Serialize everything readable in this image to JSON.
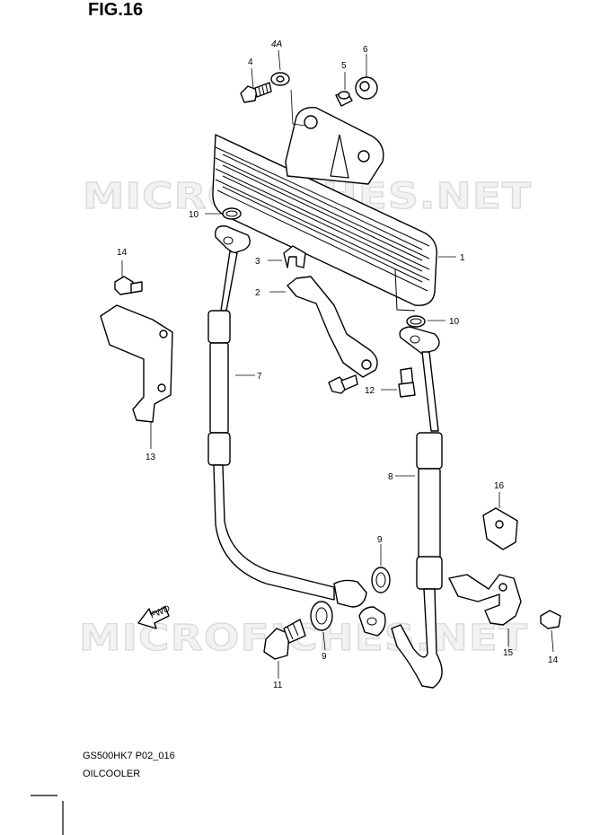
{
  "figure": {
    "title": "FIG.16",
    "code": "GS500HK7 P02_016",
    "name": "OILCOOLER"
  },
  "watermark": {
    "text": "MICROFICHES.NET",
    "color": "#d8d8d8"
  },
  "callouts": {
    "p1": "1",
    "p2": "2",
    "p3": "3",
    "p4": "4",
    "p4a": "4A",
    "p5": "5",
    "p6": "6",
    "p7": "7",
    "p8": "8",
    "p9a": "9",
    "p9b": "9",
    "p10a": "10",
    "p10b": "10",
    "p11": "11",
    "p12": "12",
    "p13": "13",
    "p14a": "14",
    "p14b": "14",
    "p15": "15",
    "p16": "16"
  },
  "direction_mark": "FWD"
}
